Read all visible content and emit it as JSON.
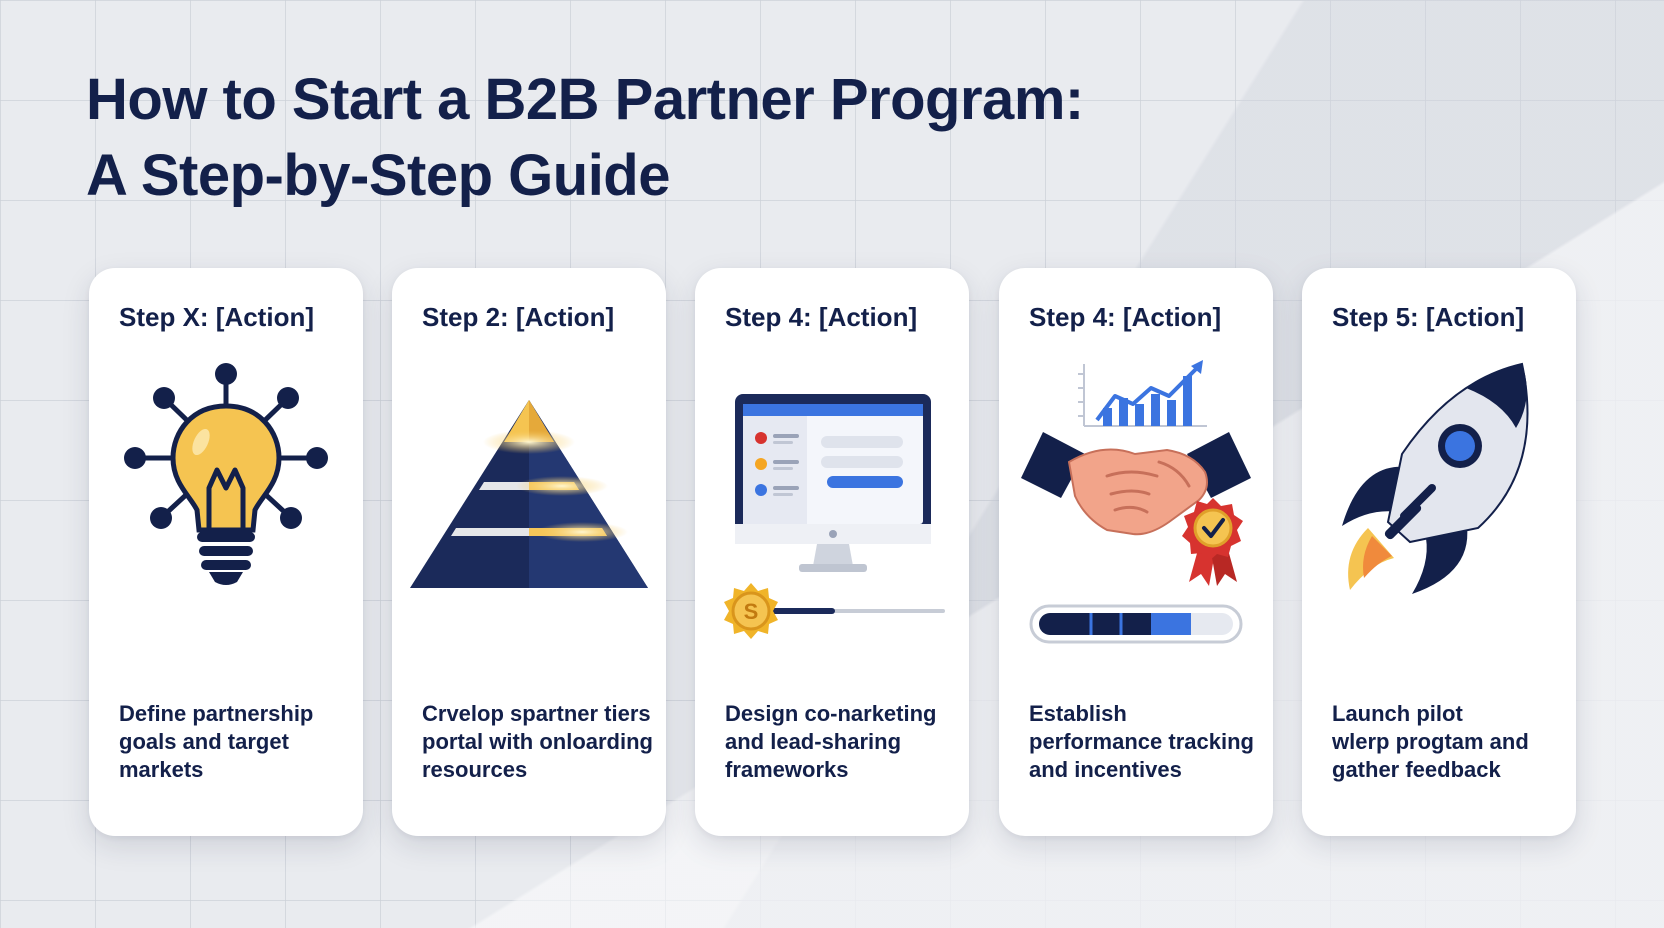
{
  "title": {
    "line1": "How to Start a B2B Partner Program:",
    "line2": "A Step-by-Step Guide"
  },
  "cards": [
    {
      "step": "Step X: [Action]",
      "icon": "lightbulb-network-icon",
      "description": [
        "Define partnership",
        "goals and target",
        "markets"
      ]
    },
    {
      "step": "Step 2: [Action]",
      "icon": "pyramid-tiers-icon",
      "description": [
        "Crvelop ѕpartner tiers",
        "portal with onloarding",
        "resources"
      ]
    },
    {
      "step": "Step 4: [Action]",
      "icon": "monitor-dashboard-icon",
      "description": [
        "Design co-narketing",
        "and lead-sharing",
        "frameworks"
      ]
    },
    {
      "step": "Step 4: [Action]",
      "icon": "handshake-chart-icon",
      "description": [
        "Establish",
        "performance tracking",
        "and incentives"
      ]
    },
    {
      "step": "Step 5: [Action]",
      "icon": "rocket-icon",
      "description": [
        "Launch pilot",
        "wlerp progtam and",
        "gather feedback"
      ]
    }
  ],
  "icons": {
    "coin_symbol": "S",
    "progress_fraction": 0.72
  },
  "colors": {
    "navy": "#13204a",
    "dark_navy": "#1b2a5a",
    "bulb_yellow": "#f5c451",
    "accent_blue": "#3b74e0",
    "skin": "#f2a48a",
    "ribbon_red": "#d7332f",
    "background": "#e9ebef",
    "card": "#ffffff"
  }
}
